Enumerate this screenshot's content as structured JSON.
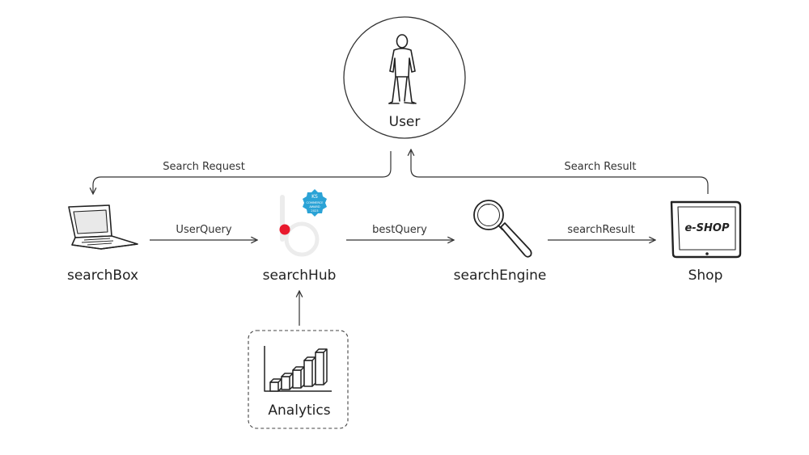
{
  "nodes": {
    "user": "User",
    "searchbox": "searchBox",
    "searchhub": "searchHub",
    "searchengine": "searchEngine",
    "shop": "Shop",
    "analytics": "Analytics"
  },
  "edges": {
    "search_request": "Search Request",
    "search_result": "Search Result",
    "user_query": "UserQuery",
    "best_query": "bestQuery",
    "search_result_small": "searchResult"
  },
  "badge": {
    "lines": [
      "KS",
      "COMMERCE",
      "AWARD",
      "2023"
    ],
    "color": "#2ba3d6"
  },
  "shop_screen_text": "e-SHOP",
  "accent_color": "#e8192c",
  "icons": [
    "person-icon",
    "laptop-icon",
    "searchhub-logo-icon",
    "award-badge-icon",
    "magnifier-icon",
    "tablet-icon",
    "bar-chart-icon"
  ]
}
